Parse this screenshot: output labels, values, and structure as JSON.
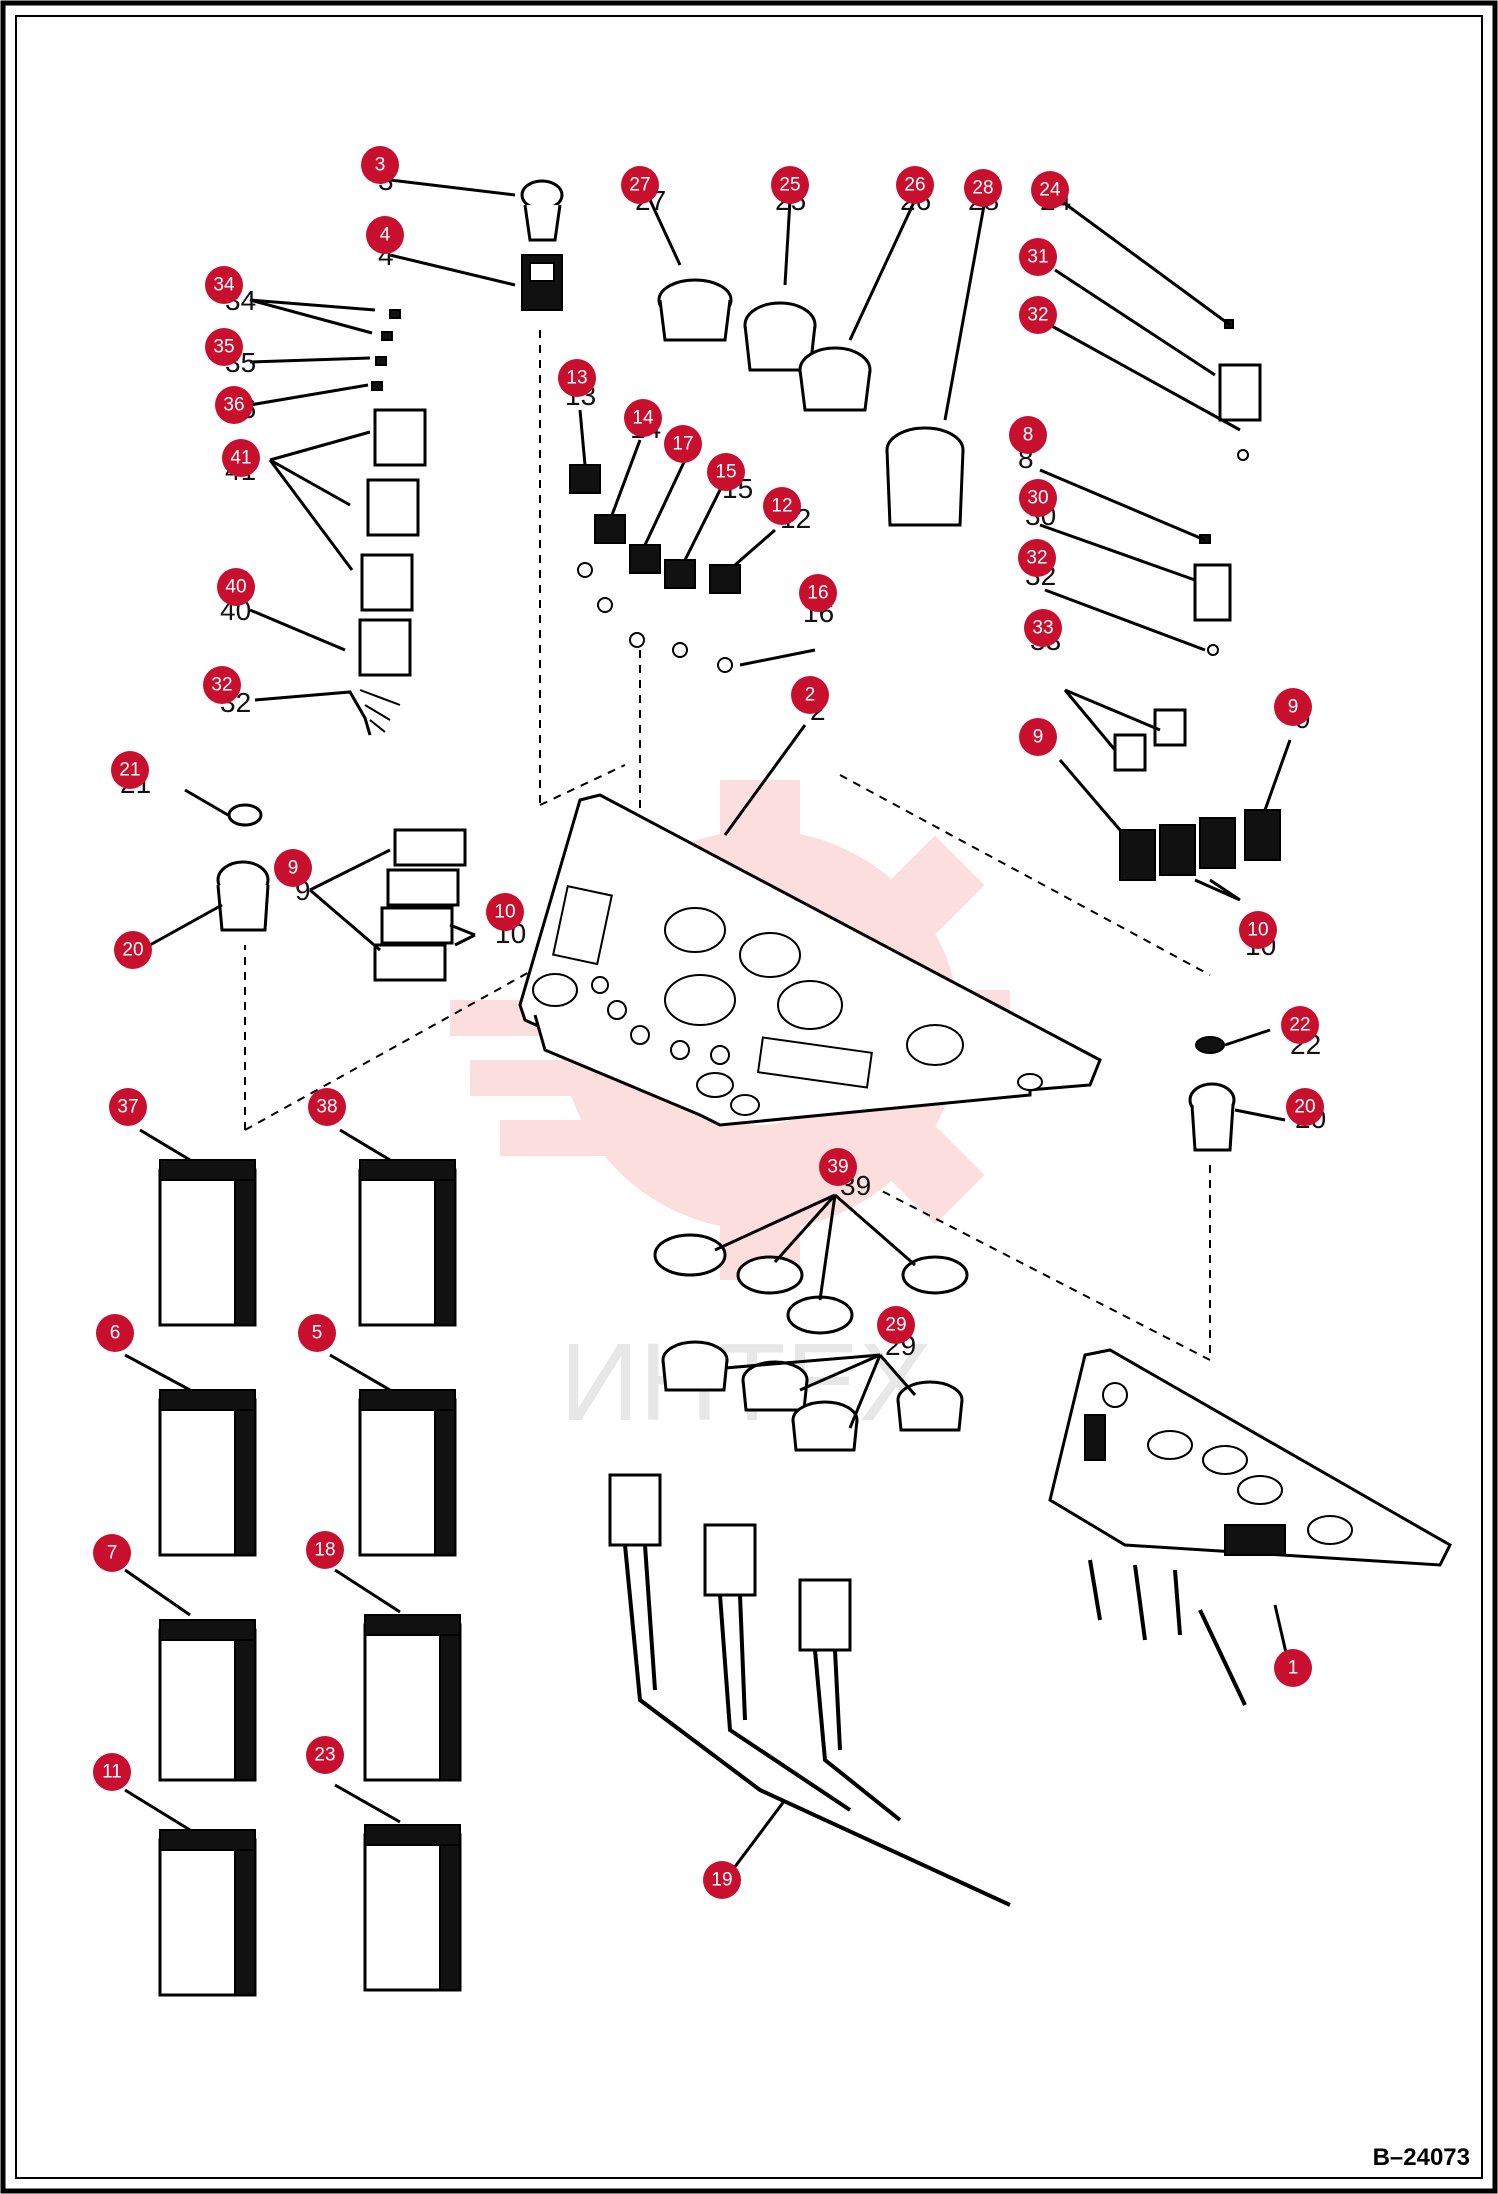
{
  "drawing_number": "B–24073",
  "watermark_text": "ИНТЕХ",
  "watermark_color": "#f26b6b",
  "callout_color": "#c8102e",
  "callouts": [
    {
      "label": "3"
    },
    {
      "label": "4"
    },
    {
      "label": "27"
    },
    {
      "label": "25"
    },
    {
      "label": "26"
    },
    {
      "label": "28"
    },
    {
      "label": "24"
    },
    {
      "label": "31"
    },
    {
      "label": "32"
    },
    {
      "label": "34"
    },
    {
      "label": "35"
    },
    {
      "label": "36"
    },
    {
      "label": "41"
    },
    {
      "label": "13"
    },
    {
      "label": "14"
    },
    {
      "label": "17"
    },
    {
      "label": "15"
    },
    {
      "label": "12"
    },
    {
      "label": "8"
    },
    {
      "label": "30"
    },
    {
      "label": "32"
    },
    {
      "label": "16"
    },
    {
      "label": "40"
    },
    {
      "label": "33"
    },
    {
      "label": "32"
    },
    {
      "label": "2"
    },
    {
      "label": "9"
    },
    {
      "label": "9"
    },
    {
      "label": "21"
    },
    {
      "label": "9"
    },
    {
      "label": "10"
    },
    {
      "label": "20"
    },
    {
      "label": "10"
    },
    {
      "label": "22"
    },
    {
      "label": "37"
    },
    {
      "label": "38"
    },
    {
      "label": "20"
    },
    {
      "label": "39"
    },
    {
      "label": "6"
    },
    {
      "label": "5"
    },
    {
      "label": "29"
    },
    {
      "label": "7"
    },
    {
      "label": "18"
    },
    {
      "label": "1"
    },
    {
      "label": "11"
    },
    {
      "label": "23"
    },
    {
      "label": "19"
    }
  ]
}
